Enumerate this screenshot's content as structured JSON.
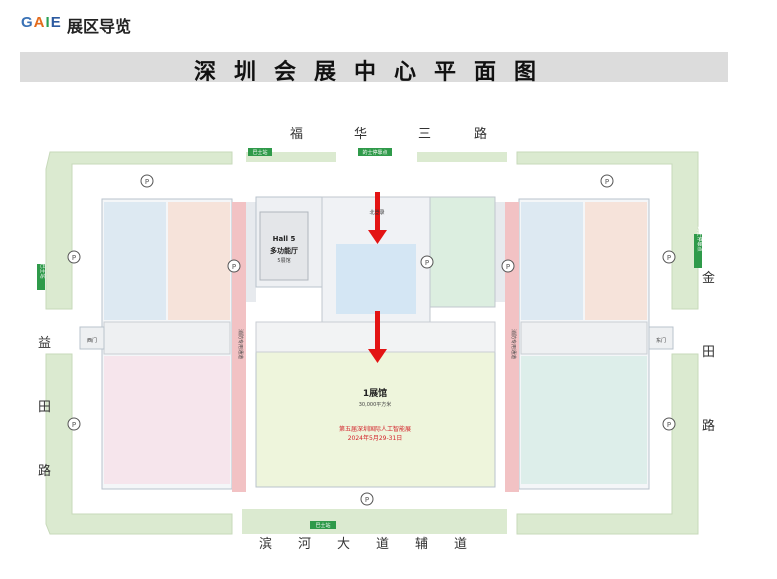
{
  "header": {
    "logo": [
      "G",
      "A",
      "I",
      "E"
    ],
    "title": "展区导览"
  },
  "map": {
    "title": "深圳会展中心平面图",
    "roads": {
      "north": [
        "福",
        "华",
        "三",
        "路"
      ],
      "south": [
        "滨",
        "河",
        "大",
        "道",
        "辅",
        "道"
      ],
      "west": [
        "益",
        "田",
        "路"
      ],
      "east": [
        "金",
        "田",
        "路"
      ]
    },
    "bus_stops": {
      "north_left": "巴士站",
      "north_center": "的士停靠点",
      "south": "巴士站",
      "west": "巴士站",
      "east": "的士停靠点"
    },
    "gates": {
      "west": "西门",
      "east": "东门",
      "north": "北登录"
    },
    "hall5": {
      "en": "Hall 5",
      "cn": "多功能厅",
      "sub": "5展馆"
    },
    "hall1": {
      "name": "1展馆",
      "area": "30,000平方米",
      "event": "第五届深圳国际人工智能展",
      "dates": "2024年5月29-31日"
    },
    "parking_symbol": "P",
    "lanes": {
      "left": "消防专用通道",
      "right": "消防专用通道"
    }
  }
}
